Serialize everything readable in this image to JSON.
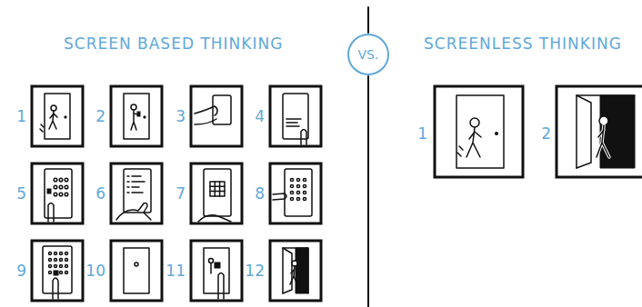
{
  "diagram": {
    "nodes": [
      {
        "text": [
          "VS."
        ]
      }
    ],
    "labels": [
      "SCREEN BASED THINKING",
      "SCREENLESS THINKING",
      "1",
      "2",
      "3",
      "4",
      "5",
      "6",
      "7",
      "8",
      "9",
      "10",
      "11",
      "12",
      "1",
      "2"
    ]
  }
}
